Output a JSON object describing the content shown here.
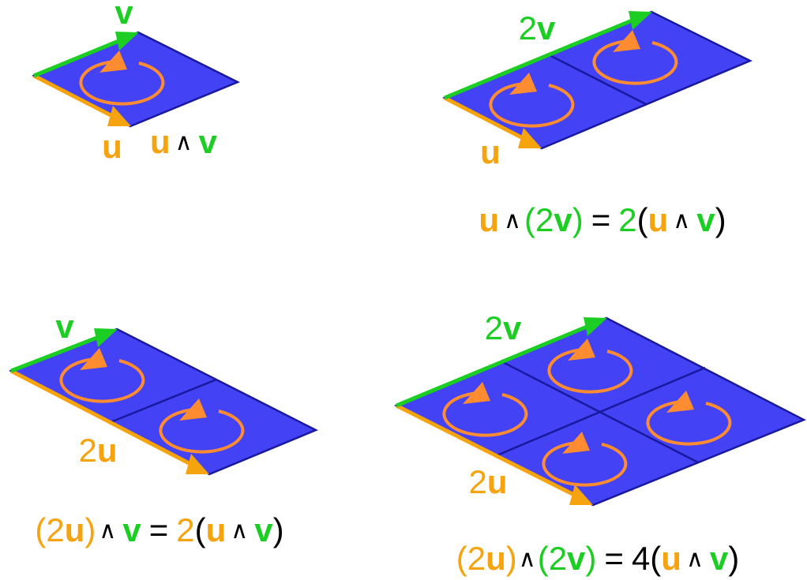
{
  "colors": {
    "u": "#f5a30f",
    "v": "#1ccd23",
    "fill": "#4343f5",
    "edge": "#19199f",
    "circ": "#ff8c30",
    "eq": "#000000"
  },
  "panels": {
    "p1": {
      "u_label": "u",
      "v_label": "v",
      "wedge": {
        "u": "u",
        "op": "∧",
        "v": "v"
      }
    },
    "p2": {
      "u_label": "u",
      "v_coef": "2",
      "v_label": "v",
      "equation": {
        "lhs_u": "u",
        "op": "∧",
        "lp": "(",
        "lhs_c": "2",
        "lhs_v": "v",
        "rp": ")",
        "eq": "=",
        "rhs_c": "2",
        "rhs_lp": "(",
        "rhs_u": "u",
        "rhs_op": "∧",
        "rhs_v": "v",
        "rhs_rp": ")"
      }
    },
    "p3": {
      "u_coef": "2",
      "u_label": "u",
      "v_label": "v",
      "equation": {
        "lp": "(",
        "lhs_c": "2",
        "lhs_u": "u",
        "rp": ")",
        "op": "∧",
        "lhs_v": "v",
        "eq": "=",
        "rhs_c": "2",
        "rhs_lp": "(",
        "rhs_u": "u",
        "rhs_op": "∧",
        "rhs_v": "v",
        "rhs_rp": ")"
      }
    },
    "p4": {
      "u_coef": "2",
      "u_label": "u",
      "v_coef": "2",
      "v_label": "v",
      "equation": {
        "lp1": "(",
        "c1": "2",
        "u": "u",
        "rp1": ")",
        "op": "∧",
        "lp2": "(",
        "c2": "2",
        "v": "v",
        "rp2": ")",
        "eq": "=",
        "rhs_c": "4",
        "rhs_lp": "(",
        "rhs_u": "u",
        "rhs_op": "∧",
        "rhs_v": "v",
        "rhs_rp": ")"
      }
    }
  }
}
